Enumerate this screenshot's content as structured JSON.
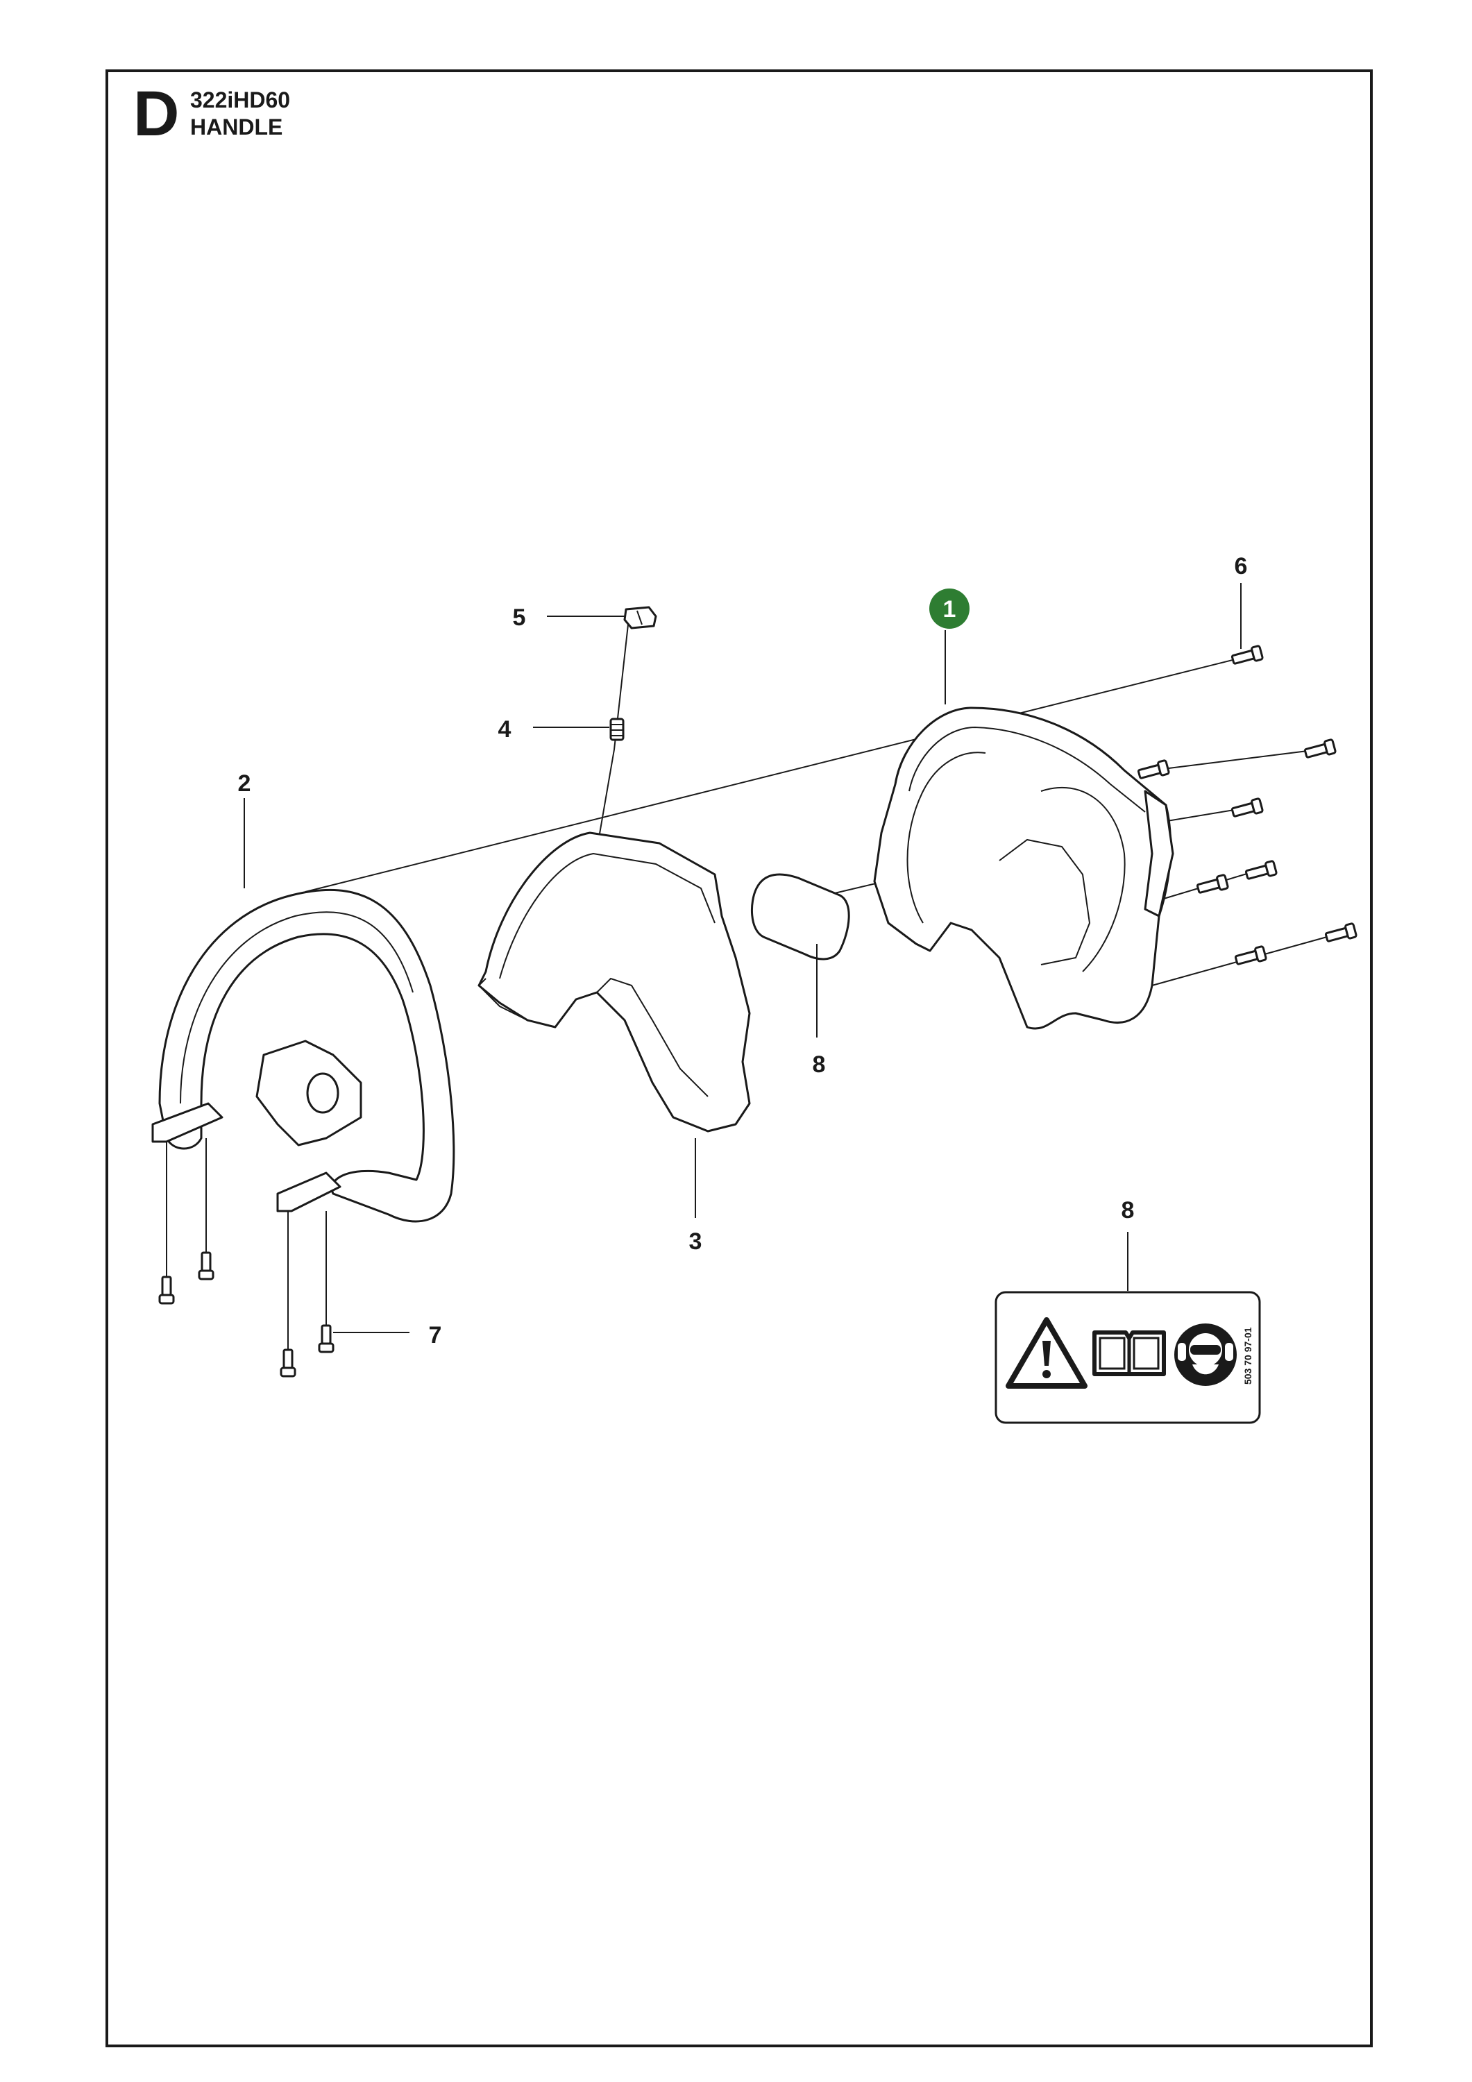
{
  "section": {
    "letter": "D",
    "model": "322iHD60",
    "name": "HANDLE"
  },
  "callouts": [
    {
      "id": "c1",
      "label": "1",
      "highlighted": true
    },
    {
      "id": "c2",
      "label": "2"
    },
    {
      "id": "c3",
      "label": "3"
    },
    {
      "id": "c4",
      "label": "4"
    },
    {
      "id": "c5",
      "label": "5"
    },
    {
      "id": "c6",
      "label": "6"
    },
    {
      "id": "c7",
      "label": "7"
    },
    {
      "id": "c8a",
      "label": "8"
    },
    {
      "id": "c8b",
      "label": "8"
    }
  ],
  "decal": {
    "part_number": "503 70 97-01",
    "icons": [
      "warning-triangle-icon",
      "manual-book-icon",
      "ear-eye-protection-icon"
    ]
  },
  "colors": {
    "line": "#1a1a1a",
    "highlight": "#2e7d32",
    "background": "#ffffff"
  }
}
